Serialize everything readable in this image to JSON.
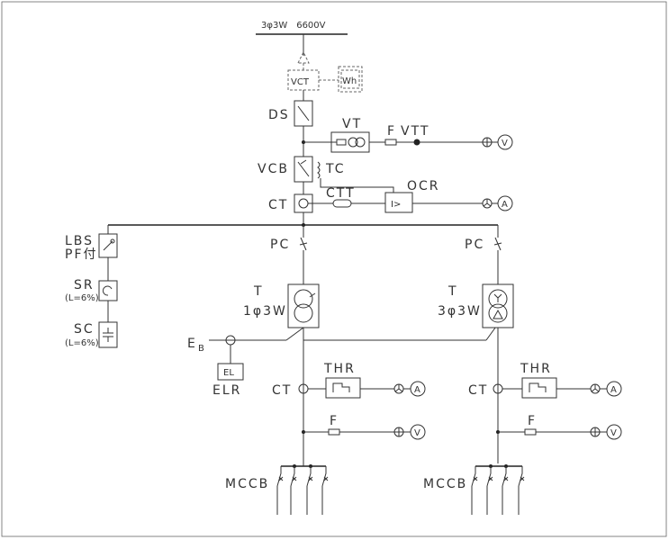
{
  "source": {
    "supply": "3φ3W　6600V"
  },
  "upstream": {
    "vct": "VCT",
    "wh": "Wh",
    "ds": "DS",
    "vt": "VT",
    "f": "F",
    "vtt": "VTT",
    "v_meter": "V",
    "vcb": "VCB",
    "tc": "TC",
    "ocr": "OCR",
    "ocr_symbol": "I>",
    "ct": "CT",
    "ctt": "CTT",
    "a_meter": "A"
  },
  "capacitor_branch": {
    "lbs_line1": "LBS",
    "lbs_line2": "PF付",
    "sr": "SR",
    "sr_note": "(L=6%)",
    "sc": "SC",
    "sc_note": "(L=6%)"
  },
  "left_branch": {
    "pc": "PC",
    "t": "T",
    "t_type": "1φ3W",
    "eb": "E",
    "eb_sub": "B",
    "el": "EL",
    "elr": "ELR",
    "ct": "CT",
    "thr": "THR",
    "a_meter": "A",
    "f": "F",
    "v_meter": "V",
    "mccb": "MCCB"
  },
  "right_branch": {
    "pc": "PC",
    "t": "T",
    "t_type": "3φ3W",
    "ct": "CT",
    "thr": "THR",
    "a_meter": "A",
    "f": "F",
    "v_meter": "V",
    "mccb": "MCCB"
  }
}
